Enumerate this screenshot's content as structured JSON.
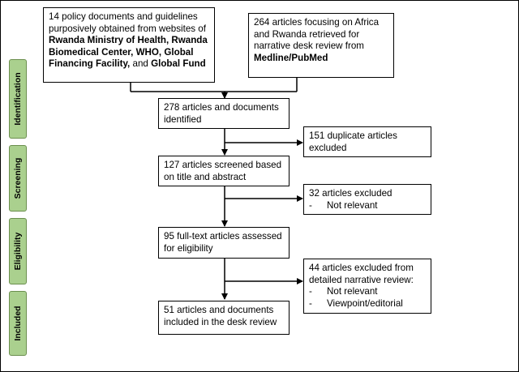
{
  "stages": [
    {
      "label": "Identification"
    },
    {
      "label": "Screening"
    },
    {
      "label": "Eligibility"
    },
    {
      "label": "Included"
    }
  ],
  "source_left": {
    "line1": "14 policy documents and guidelines",
    "line2": "purposively obtained from websites of",
    "line3": "Rwanda Ministry of Health, Rwanda",
    "line4": "Biomedical Center, WHO, Global",
    "line5_bold": "Financing Facility,",
    "line5_plain": " and ",
    "line5_bold2": "Global Fund"
  },
  "source_right": {
    "line1": "264 articles focusing on Africa",
    "line2": "and Rwanda retrieved for",
    "line3": "narrative desk review from",
    "line4": "Medline/PubMed"
  },
  "identified": {
    "line1": "278 articles and documents",
    "line2": "identified"
  },
  "duplicates": {
    "line1": "151 duplicate articles",
    "line2": "excluded"
  },
  "screened": {
    "line1": "127 articles screened based",
    "line2": "on title and abstract"
  },
  "excluded_screen": {
    "line1": "32 articles excluded",
    "items": [
      "Not relevant"
    ]
  },
  "fulltext": {
    "line1": "95 full-text articles assessed",
    "line2": "for eligibility"
  },
  "excluded_full": {
    "line1": "44 articles excluded from",
    "line2": "detailed narrative review:",
    "items": [
      "Not relevant",
      "Viewpoint/editorial"
    ]
  },
  "included": {
    "line1": "51 articles and documents",
    "line2": "included in the desk review"
  },
  "colors": {
    "stage_fill": "#aad08e",
    "stage_border": "#6b8f4e",
    "lines": "#000000"
  }
}
